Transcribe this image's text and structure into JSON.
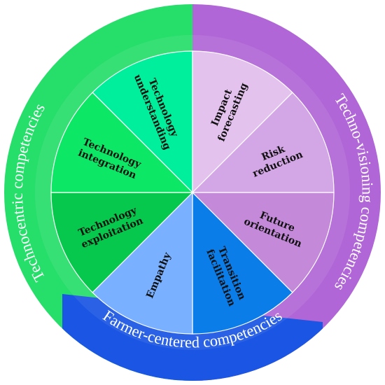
{
  "outer_sections": [
    {
      "id": "technocentric",
      "label": "Technocentric competencies",
      "color": "#26de6a"
    },
    {
      "id": "technovisioning",
      "label": "Techno-visioning competencies",
      "color": "#b066d6"
    },
    {
      "id": "farmer",
      "label": "Farmer-centered competencies",
      "color": "#1a55e3"
    }
  ],
  "inner_segments": [
    {
      "id": "technology-understanding",
      "lines": [
        "Technology",
        "understanding"
      ],
      "color": "#00ef9c"
    },
    {
      "id": "impact-forecasting",
      "lines": [
        "Impact",
        "forecasting"
      ],
      "color": "#e4c2ee"
    },
    {
      "id": "risk-reduction",
      "lines": [
        "Risk",
        "reduction"
      ],
      "color": "#d3a6e5"
    },
    {
      "id": "future-orientation",
      "lines": [
        "Future",
        "orientation"
      ],
      "color": "#c48ad9"
    },
    {
      "id": "transition-facilitation",
      "lines": [
        "Transition",
        "facilitation"
      ],
      "color": "#0a7de9"
    },
    {
      "id": "empathy",
      "lines": [
        "Empathy"
      ],
      "color": "#79b0ff"
    },
    {
      "id": "technology-exploitation",
      "lines": [
        "Technology",
        "exploitation"
      ],
      "color": "#05c84c"
    },
    {
      "id": "technology-integration",
      "lines": [
        "Technology",
        "integration"
      ],
      "color": "#0ce766"
    }
  ]
}
